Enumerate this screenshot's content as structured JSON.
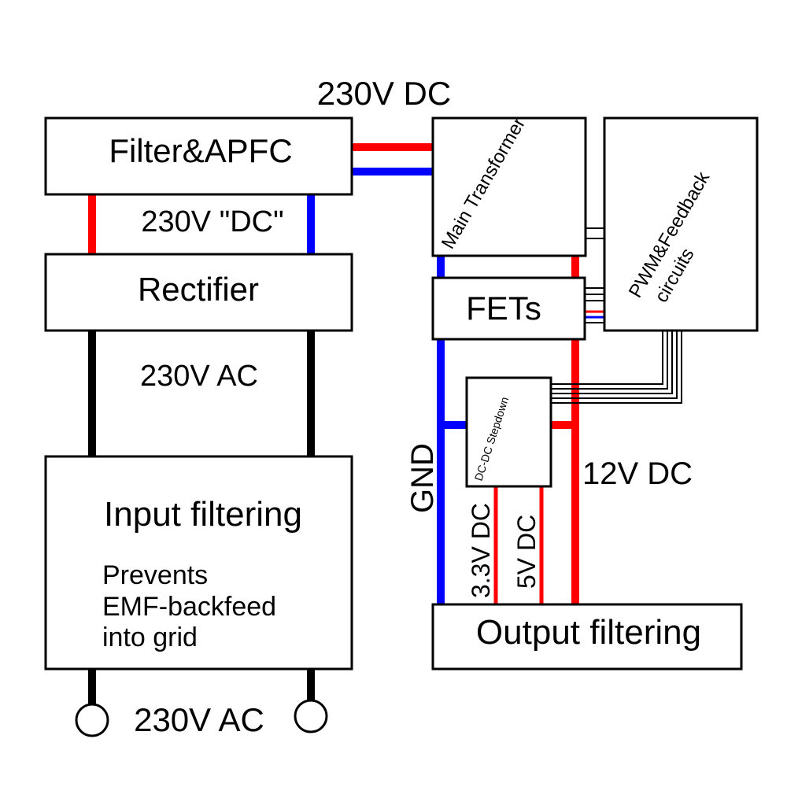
{
  "colors": {
    "positive": "#ff0000",
    "negative": "#0000ff",
    "ac": "#000000",
    "box_fill": "#ffffff",
    "box_stroke": "#000000"
  },
  "blocks": {
    "filter_apfc": "Filter&APFC",
    "rectifier": "Rectifier",
    "input_filtering": "Input filtering",
    "input_filtering_note": [
      "Prevents",
      "EMF-backfeed",
      "into grid"
    ],
    "main_transformer": "Main Transformer",
    "pwm_feedback": [
      "PWM&Feedback",
      "circuits"
    ],
    "fets": "FETs",
    "dcdc_stepdown": "DC-DC Stepdown",
    "output_filtering": "Output filtering"
  },
  "labels": {
    "dc_230_top": "230V DC",
    "dc_230_quoted": "230V \"DC\"",
    "ac_230_mid": "230V AC",
    "ac_230_bottom": "230V AC",
    "gnd": "GND",
    "dc_12v": "12V DC",
    "dc_3v3": "3.3V DC",
    "dc_5v": "5V DC"
  },
  "icons": [
    "ac-terminal-icon"
  ]
}
